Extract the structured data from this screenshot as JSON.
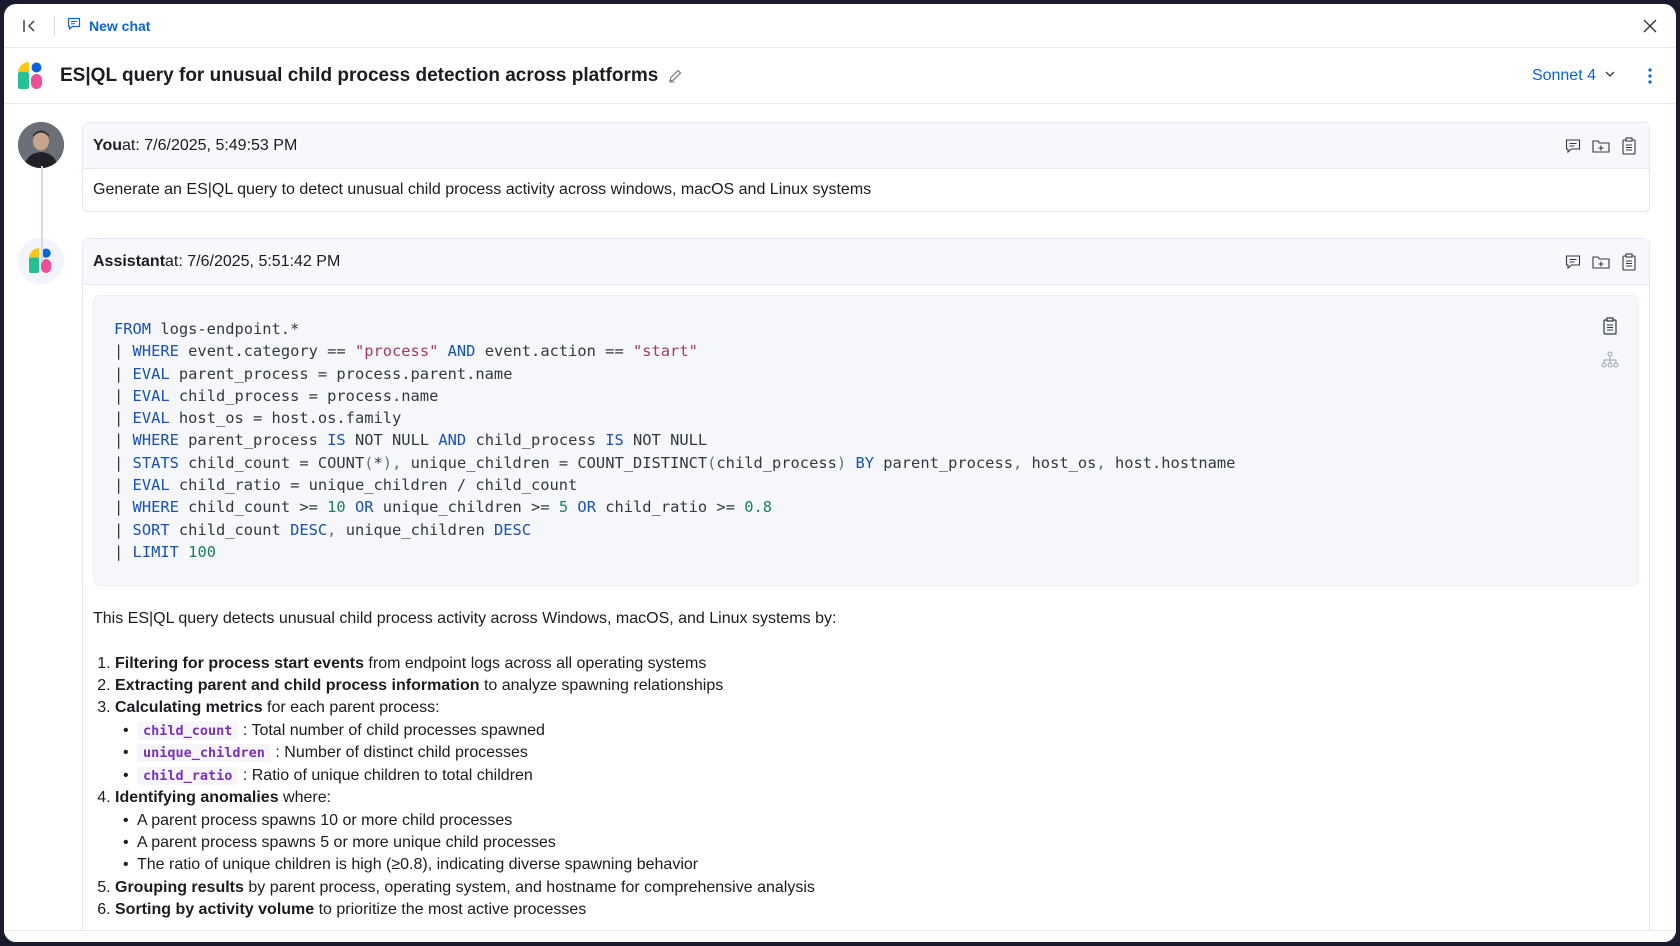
{
  "topbar": {
    "new_chat_label": "New chat"
  },
  "header": {
    "title": "ES|QL query for unusual child process detection across platforms",
    "model": "Sonnet 4"
  },
  "user_message": {
    "author": "You",
    "timestamp": " at: 7/6/2025, 5:49:53 PM",
    "text": "Generate an ES|QL query to detect unusual child process activity across windows, macOS and Linux systems"
  },
  "assistant_message": {
    "author": "Assistant",
    "timestamp": " at: 7/6/2025, 5:51:42 PM",
    "code_lines": [
      "FROM logs-endpoint.*",
      "| WHERE event.category == \"process\" AND event.action == \"start\"",
      "| EVAL parent_process = process.parent.name",
      "| EVAL child_process = process.name",
      "| EVAL host_os = host.os.family",
      "| WHERE parent_process IS NOT NULL AND child_process IS NOT NULL",
      "| STATS child_count = COUNT(*), unique_children = COUNT_DISTINCT(child_process) BY parent_process, host_os, host.hostname",
      "| EVAL child_ratio = unique_children / child_count",
      "| WHERE child_count >= 10 OR unique_children >= 5 OR child_ratio >= 0.8",
      "| SORT child_count DESC, unique_children DESC",
      "| LIMIT 100"
    ],
    "intro": "This ES|QL query detects unusual child process activity across Windows, macOS, and Linux systems by:",
    "steps": [
      {
        "bold": "Filtering for process start events",
        "rest": " from endpoint logs across all operating systems",
        "sub": []
      },
      {
        "bold": "Extracting parent and child process information",
        "rest": " to analyze spawning relationships",
        "sub": []
      },
      {
        "bold": "Calculating metrics",
        "rest": " for each parent process:",
        "sub": [
          {
            "code": "child_count",
            "text": ": Total number of child processes spawned"
          },
          {
            "code": "unique_children",
            "text": ": Number of distinct child processes"
          },
          {
            "code": "child_ratio",
            "text": ": Ratio of unique children to total children"
          }
        ]
      },
      {
        "bold": "Identifying anomalies",
        "rest": " where:",
        "sub": [
          {
            "code": "",
            "text": "A parent process spawns 10 or more child processes"
          },
          {
            "code": "",
            "text": "A parent process spawns 5 or more unique child processes"
          },
          {
            "code": "",
            "text": "The ratio of unique children is high (≥0.8), indicating diverse spawning behavior"
          }
        ]
      },
      {
        "bold": "Grouping results",
        "rest": " by parent process, operating system, and hostname for comprehensive analysis",
        "sub": []
      },
      {
        "bold": "Sorting by activity volume",
        "rest": " to prioritize the most active processes",
        "sub": []
      }
    ]
  },
  "colors": {
    "accent": "#0b64dd",
    "keyword": "#1750ba",
    "string": "#a8376a",
    "number": "#1a7f5e",
    "inline_code": "#7a2fbf"
  }
}
